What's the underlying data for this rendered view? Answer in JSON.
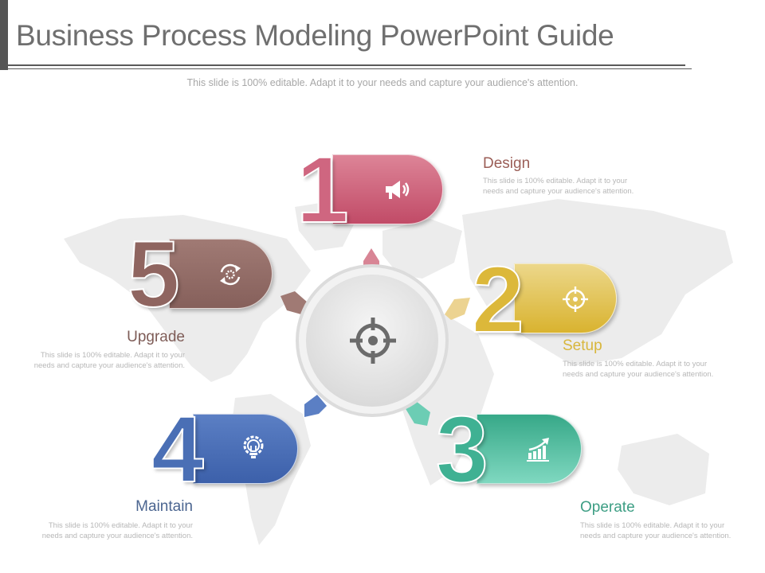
{
  "header": {
    "title": "Business Process Modeling PowerPoint Guide",
    "subtitle": "This slide is 100% editable. Adapt it to your needs and capture your audience's attention."
  },
  "hub": {
    "icon": "crosshair-icon",
    "color": "#6b6b6b"
  },
  "steps": [
    {
      "number": "1",
      "title": "Design",
      "icon": "megaphone-icon",
      "color": "#c9556f",
      "color_light": "#dd8497",
      "description": "This slide is 100% editable. Adapt it to your needs and capture your audience's attention."
    },
    {
      "number": "2",
      "title": "Setup",
      "icon": "crosshair-icon",
      "color": "#dcb83a",
      "color_light": "#ecd78a",
      "description": "This slide is 100% editable. Adapt it to your needs and capture your audience's attention."
    },
    {
      "number": "3",
      "title": "Operate",
      "icon": "growth-chart-icon",
      "color": "#3fb193",
      "color_light": "#7fd8c0",
      "description": "This slide is 100% editable. Adapt it to your needs and capture your audience's attention."
    },
    {
      "number": "4",
      "title": "Maintain",
      "icon": "lightbulb-gear-icon",
      "color": "#4a6fb5",
      "color_light": "#7d9ad0",
      "description": "This slide is 100% editable. Adapt it to your needs and capture your audience's attention."
    },
    {
      "number": "5",
      "title": "Upgrade",
      "icon": "refresh-gear-icon",
      "color": "#8f6560",
      "color_light": "#b28a85",
      "description": "This slide is 100% editable. Adapt it to your needs and capture your audience's attention."
    }
  ],
  "background": {
    "map": "world-map",
    "map_color": "#ededed"
  }
}
